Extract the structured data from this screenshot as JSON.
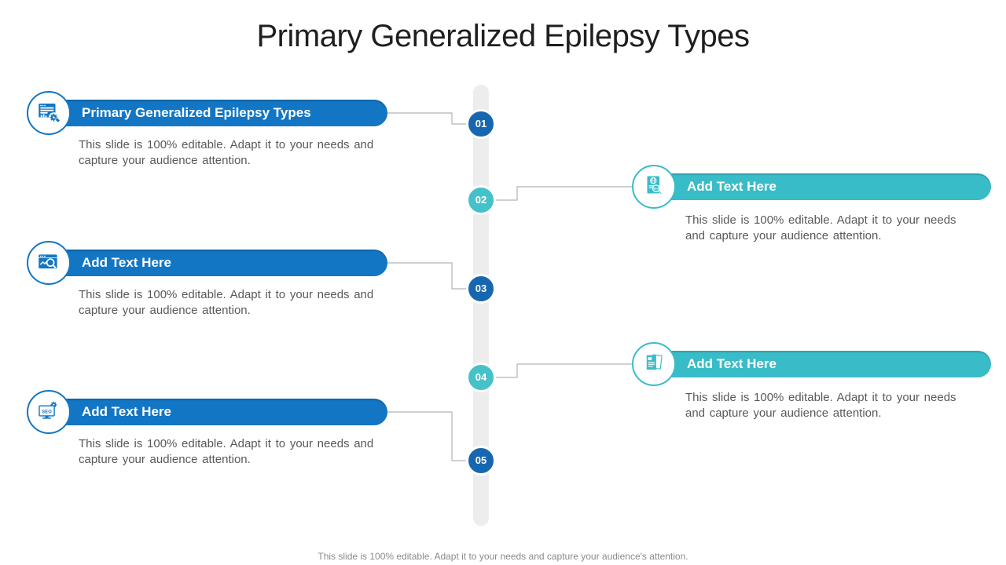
{
  "header": {
    "title": "Primary Generalized Epilepsy Types"
  },
  "footer": {
    "text": "This slide is 100% editable. Adapt it to your needs and capture your audience's attention."
  },
  "timeline": {
    "numbers": [
      "01",
      "02",
      "03",
      "04",
      "05"
    ]
  },
  "items": [
    {
      "side": "left",
      "number": "01",
      "title": "Primary Generalized Epilepsy Types",
      "body": "This slide is 100% editable. Adapt it to your needs and capture your audience attention.",
      "icon": "report-gear-icon"
    },
    {
      "side": "right",
      "number": "02",
      "title": "Add Text Here",
      "body": "This slide is 100% editable. Adapt it to your needs and capture your audience attention.",
      "icon": "document-web-search-icon"
    },
    {
      "side": "left",
      "number": "03",
      "title": "Add Text Here",
      "body": "This slide is 100% editable. Adapt it to your needs and capture your audience attention.",
      "icon": "browser-analytics-search-icon"
    },
    {
      "side": "right",
      "number": "04",
      "title": "Add Text Here",
      "body": "This slide is 100% editable. Adapt it to your needs and capture your audience attention.",
      "icon": "stacked-documents-icon"
    },
    {
      "side": "left",
      "number": "05",
      "title": "Add Text Here",
      "body": "This slide is 100% editable. Adapt it to your needs and capture your audience attention.",
      "icon": "seo-monitor-gear-icon"
    }
  ],
  "colors": {
    "blue_pill": "#1276c4",
    "blue_circle": "#1767b0",
    "teal_pill": "#38bcc7",
    "teal_circle": "#45c1ca",
    "track": "#ededed",
    "connector": "#b3b3b3",
    "body_text": "#595959",
    "title_text": "#1f1f1f",
    "footer_text": "#8a8a8a"
  }
}
